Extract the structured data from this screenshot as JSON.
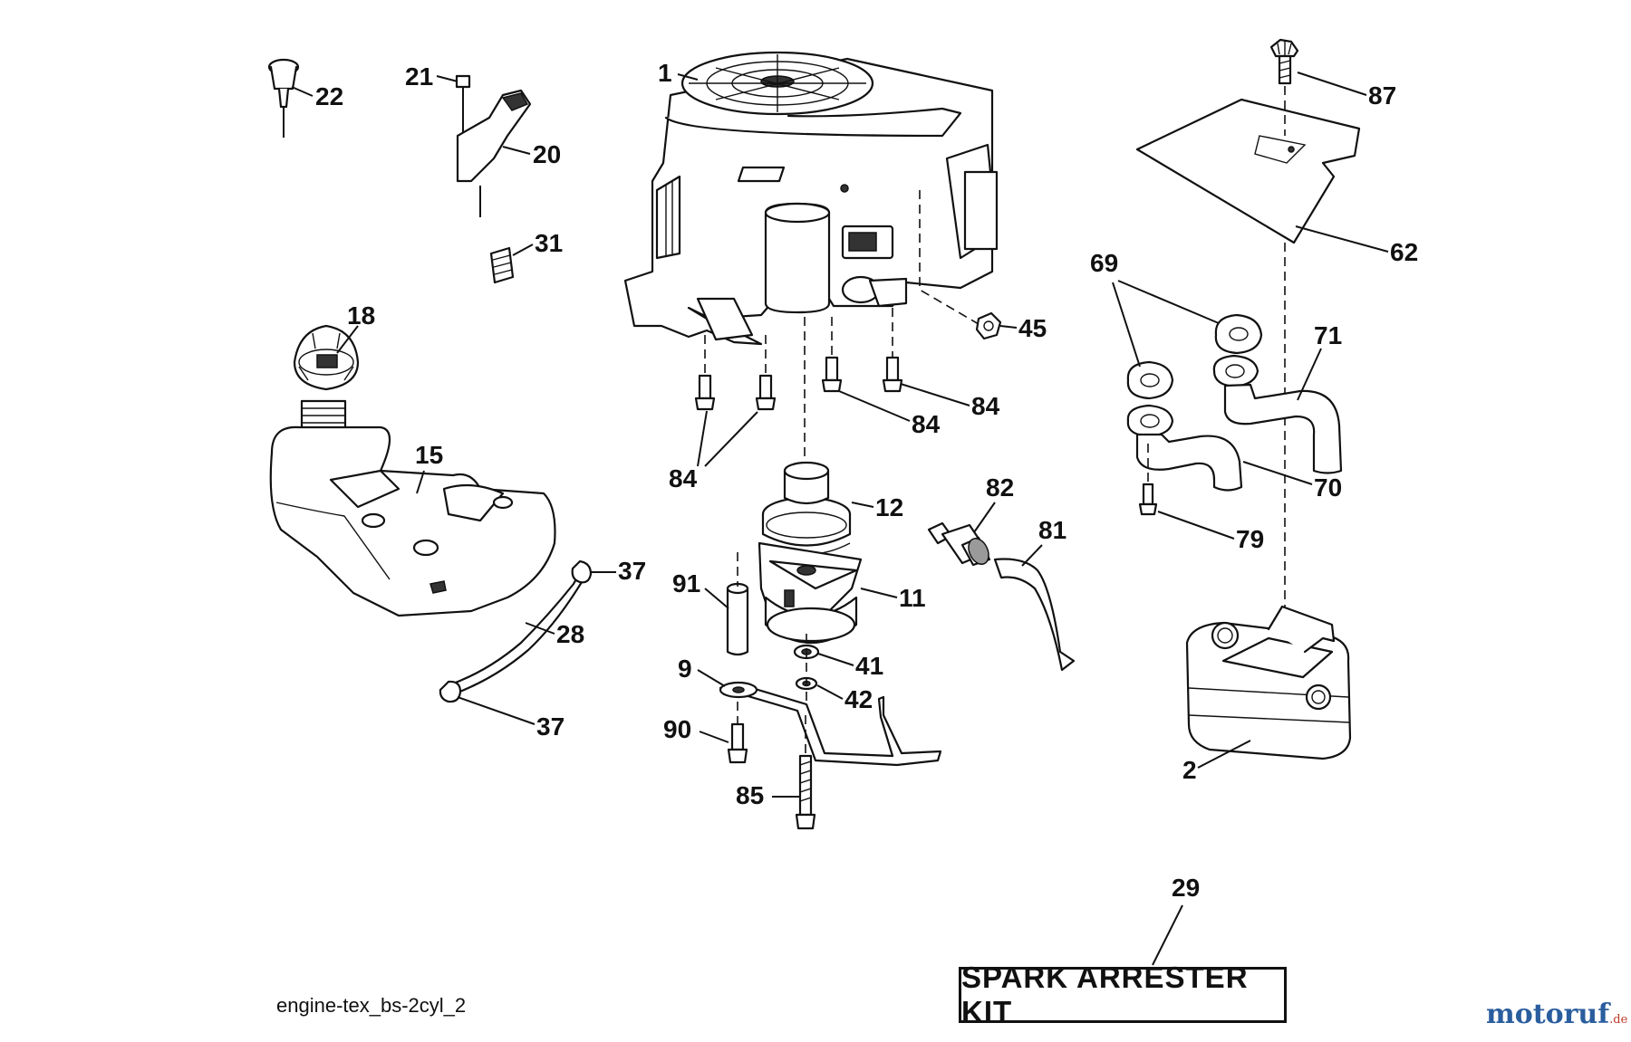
{
  "diagram": {
    "filename": "engine-tex_bs-2cyl_2",
    "kit_label": "SPARK ARRESTER KIT",
    "watermark": {
      "name": "motoruf",
      "suffix": ".de"
    },
    "callouts": {
      "p1": "1",
      "p22": "22",
      "p21": "21",
      "p20": "20",
      "p31": "31",
      "p18": "18",
      "p15": "15",
      "p37a": "37",
      "p37b": "37",
      "p28": "28",
      "p45": "45",
      "p84a": "84",
      "p84b": "84",
      "p84c": "84",
      "p12": "12",
      "p11": "11",
      "p91": "91",
      "p9": "9",
      "p41": "41",
      "p42": "42",
      "p90": "90",
      "p85": "85",
      "p82": "82",
      "p81": "81",
      "p87": "87",
      "p62": "62",
      "p69": "69",
      "p71": "71",
      "p70": "70",
      "p79": "79",
      "p2": "2",
      "p29": "29"
    }
  }
}
